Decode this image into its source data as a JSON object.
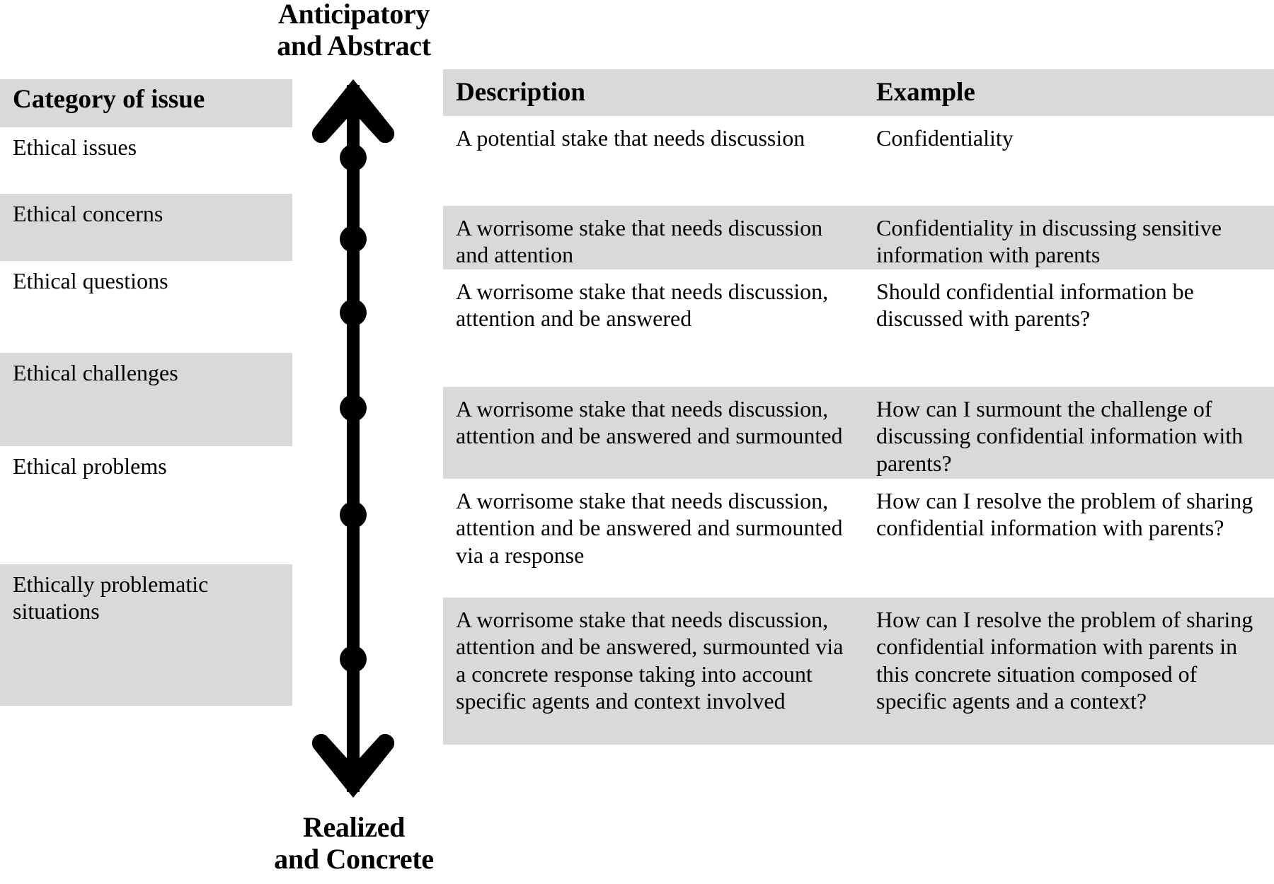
{
  "axis": {
    "top_label": "Anticipatory\nand Abstract",
    "bottom_label": "Realized\nand Concrete",
    "top_line1": "Anticipatory",
    "top_line2": "and Abstract",
    "bottom_line1": "Realized",
    "bottom_line2": "and Concrete",
    "arrow_color": "#000000",
    "node_count": 6
  },
  "colors": {
    "shade": "#d9d9d9",
    "text": "#000000",
    "background": "#ffffff"
  },
  "left_column": {
    "header": "Category of issue",
    "items": [
      {
        "label": "Ethical issues",
        "shaded": false
      },
      {
        "label": "Ethical concerns",
        "shaded": true
      },
      {
        "label": "Ethical questions",
        "shaded": false
      },
      {
        "label": "Ethical challenges",
        "shaded": true
      },
      {
        "label": "Ethical problems",
        "shaded": false
      },
      {
        "label": "Ethically problematic situations",
        "shaded": true
      }
    ]
  },
  "right_table": {
    "headers": {
      "description": "Description",
      "example": "Example"
    },
    "rows": [
      {
        "shaded": false,
        "description": "A potential stake that needs discussion",
        "example": "Confidentiality"
      },
      {
        "shaded": true,
        "description": "A worrisome stake that needs discussion and attention",
        "example": "Confidentiality in discussing sensitive information with parents"
      },
      {
        "shaded": false,
        "description": "A worrisome stake that needs discussion, attention and be answered",
        "example": "Should confidential information be discussed with parents?"
      },
      {
        "shaded": true,
        "description": "A worrisome stake that needs discussion, attention and be answered and surmounted",
        "example": "How can I surmount the challenge of discussing confidential information with parents?"
      },
      {
        "shaded": false,
        "description": "A worrisome stake that needs discussion, attention and be answered and surmounted via a response",
        "example": "How can I resolve the problem of sharing confidential information with parents?"
      },
      {
        "shaded": true,
        "description": "A worrisome stake that needs discussion, attention and be answered, surmounted via a concrete response taking into account specific agents and context involved",
        "example": "How can I resolve the problem of sharing confidential information with parents in this concrete situation composed of specific agents and a context?"
      }
    ]
  }
}
